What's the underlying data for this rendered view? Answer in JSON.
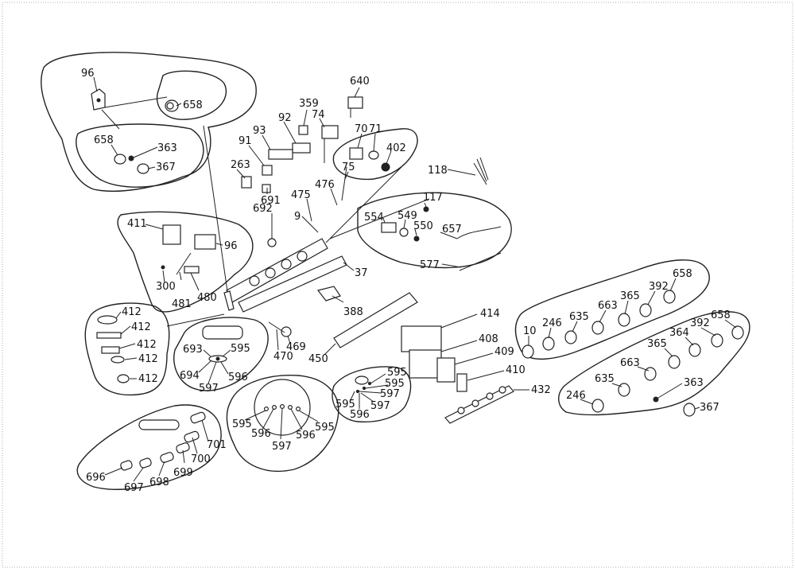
{
  "diagram": {
    "labels": [
      {
        "id": "l96a",
        "text": "96"
      },
      {
        "id": "l658a",
        "text": "658"
      },
      {
        "id": "l658b",
        "text": "658"
      },
      {
        "id": "l363a",
        "text": "363"
      },
      {
        "id": "l367a",
        "text": "367"
      },
      {
        "id": "l640",
        "text": "640"
      },
      {
        "id": "l359",
        "text": "359"
      },
      {
        "id": "l92",
        "text": "92"
      },
      {
        "id": "l74",
        "text": "74"
      },
      {
        "id": "l93",
        "text": "93"
      },
      {
        "id": "l70",
        "text": "70"
      },
      {
        "id": "l71",
        "text": "71"
      },
      {
        "id": "l91",
        "text": "91"
      },
      {
        "id": "l402",
        "text": "402"
      },
      {
        "id": "l263",
        "text": "263"
      },
      {
        "id": "l75",
        "text": "75"
      },
      {
        "id": "l118",
        "text": "118"
      },
      {
        "id": "l691",
        "text": "691"
      },
      {
        "id": "l692",
        "text": "692"
      },
      {
        "id": "l475",
        "text": "475"
      },
      {
        "id": "l476",
        "text": "476"
      },
      {
        "id": "l117",
        "text": "117"
      },
      {
        "id": "l9",
        "text": "9"
      },
      {
        "id": "l554",
        "text": "554"
      },
      {
        "id": "l549",
        "text": "549"
      },
      {
        "id": "l550",
        "text": "550"
      },
      {
        "id": "l657",
        "text": "657"
      },
      {
        "id": "l411",
        "text": "411"
      },
      {
        "id": "l96b",
        "text": "96"
      },
      {
        "id": "l577",
        "text": "577"
      },
      {
        "id": "l37",
        "text": "37"
      },
      {
        "id": "l300",
        "text": "300"
      },
      {
        "id": "l481",
        "text": "481"
      },
      {
        "id": "l480",
        "text": "480"
      },
      {
        "id": "l388",
        "text": "388"
      },
      {
        "id": "l412a",
        "text": "412"
      },
      {
        "id": "l412b",
        "text": "412"
      },
      {
        "id": "l412c",
        "text": "412"
      },
      {
        "id": "l412d",
        "text": "412"
      },
      {
        "id": "l412e",
        "text": "412"
      },
      {
        "id": "l414",
        "text": "414"
      },
      {
        "id": "l408",
        "text": "408"
      },
      {
        "id": "l409",
        "text": "409"
      },
      {
        "id": "l410",
        "text": "410"
      },
      {
        "id": "l432",
        "text": "432"
      },
      {
        "id": "l469",
        "text": "469"
      },
      {
        "id": "l470",
        "text": "470"
      },
      {
        "id": "l450",
        "text": "450"
      },
      {
        "id": "l693",
        "text": "693"
      },
      {
        "id": "l595a",
        "text": "595"
      },
      {
        "id": "l694",
        "text": "694"
      },
      {
        "id": "l597a",
        "text": "597"
      },
      {
        "id": "l596a",
        "text": "596"
      },
      {
        "id": "l595b",
        "text": "595"
      },
      {
        "id": "l595c",
        "text": "595"
      },
      {
        "id": "l597b",
        "text": "597"
      },
      {
        "id": "l595d",
        "text": "595"
      },
      {
        "id": "l596b",
        "text": "596"
      },
      {
        "id": "l597c",
        "text": "597"
      },
      {
        "id": "l595e",
        "text": "595"
      },
      {
        "id": "l596c",
        "text": "596"
      },
      {
        "id": "l597d",
        "text": "597"
      },
      {
        "id": "l596d",
        "text": "596"
      },
      {
        "id": "l595f",
        "text": "595"
      },
      {
        "id": "l701",
        "text": "701"
      },
      {
        "id": "l700",
        "text": "700"
      },
      {
        "id": "l699",
        "text": "699"
      },
      {
        "id": "l696",
        "text": "696"
      },
      {
        "id": "l697",
        "text": "697"
      },
      {
        "id": "l698",
        "text": "698"
      },
      {
        "id": "l658c",
        "text": "658"
      },
      {
        "id": "l392a",
        "text": "392"
      },
      {
        "id": "l365a",
        "text": "365"
      },
      {
        "id": "l663a",
        "text": "663"
      },
      {
        "id": "l635a",
        "text": "635"
      },
      {
        "id": "l246a",
        "text": "246"
      },
      {
        "id": "l10",
        "text": "10"
      },
      {
        "id": "l658d",
        "text": "658"
      },
      {
        "id": "l392b",
        "text": "392"
      },
      {
        "id": "l364",
        "text": "364"
      },
      {
        "id": "l365b",
        "text": "365"
      },
      {
        "id": "l663b",
        "text": "663"
      },
      {
        "id": "l635b",
        "text": "635"
      },
      {
        "id": "l363b",
        "text": "363"
      },
      {
        "id": "l246b",
        "text": "246"
      },
      {
        "id": "l367b",
        "text": "367"
      }
    ]
  }
}
